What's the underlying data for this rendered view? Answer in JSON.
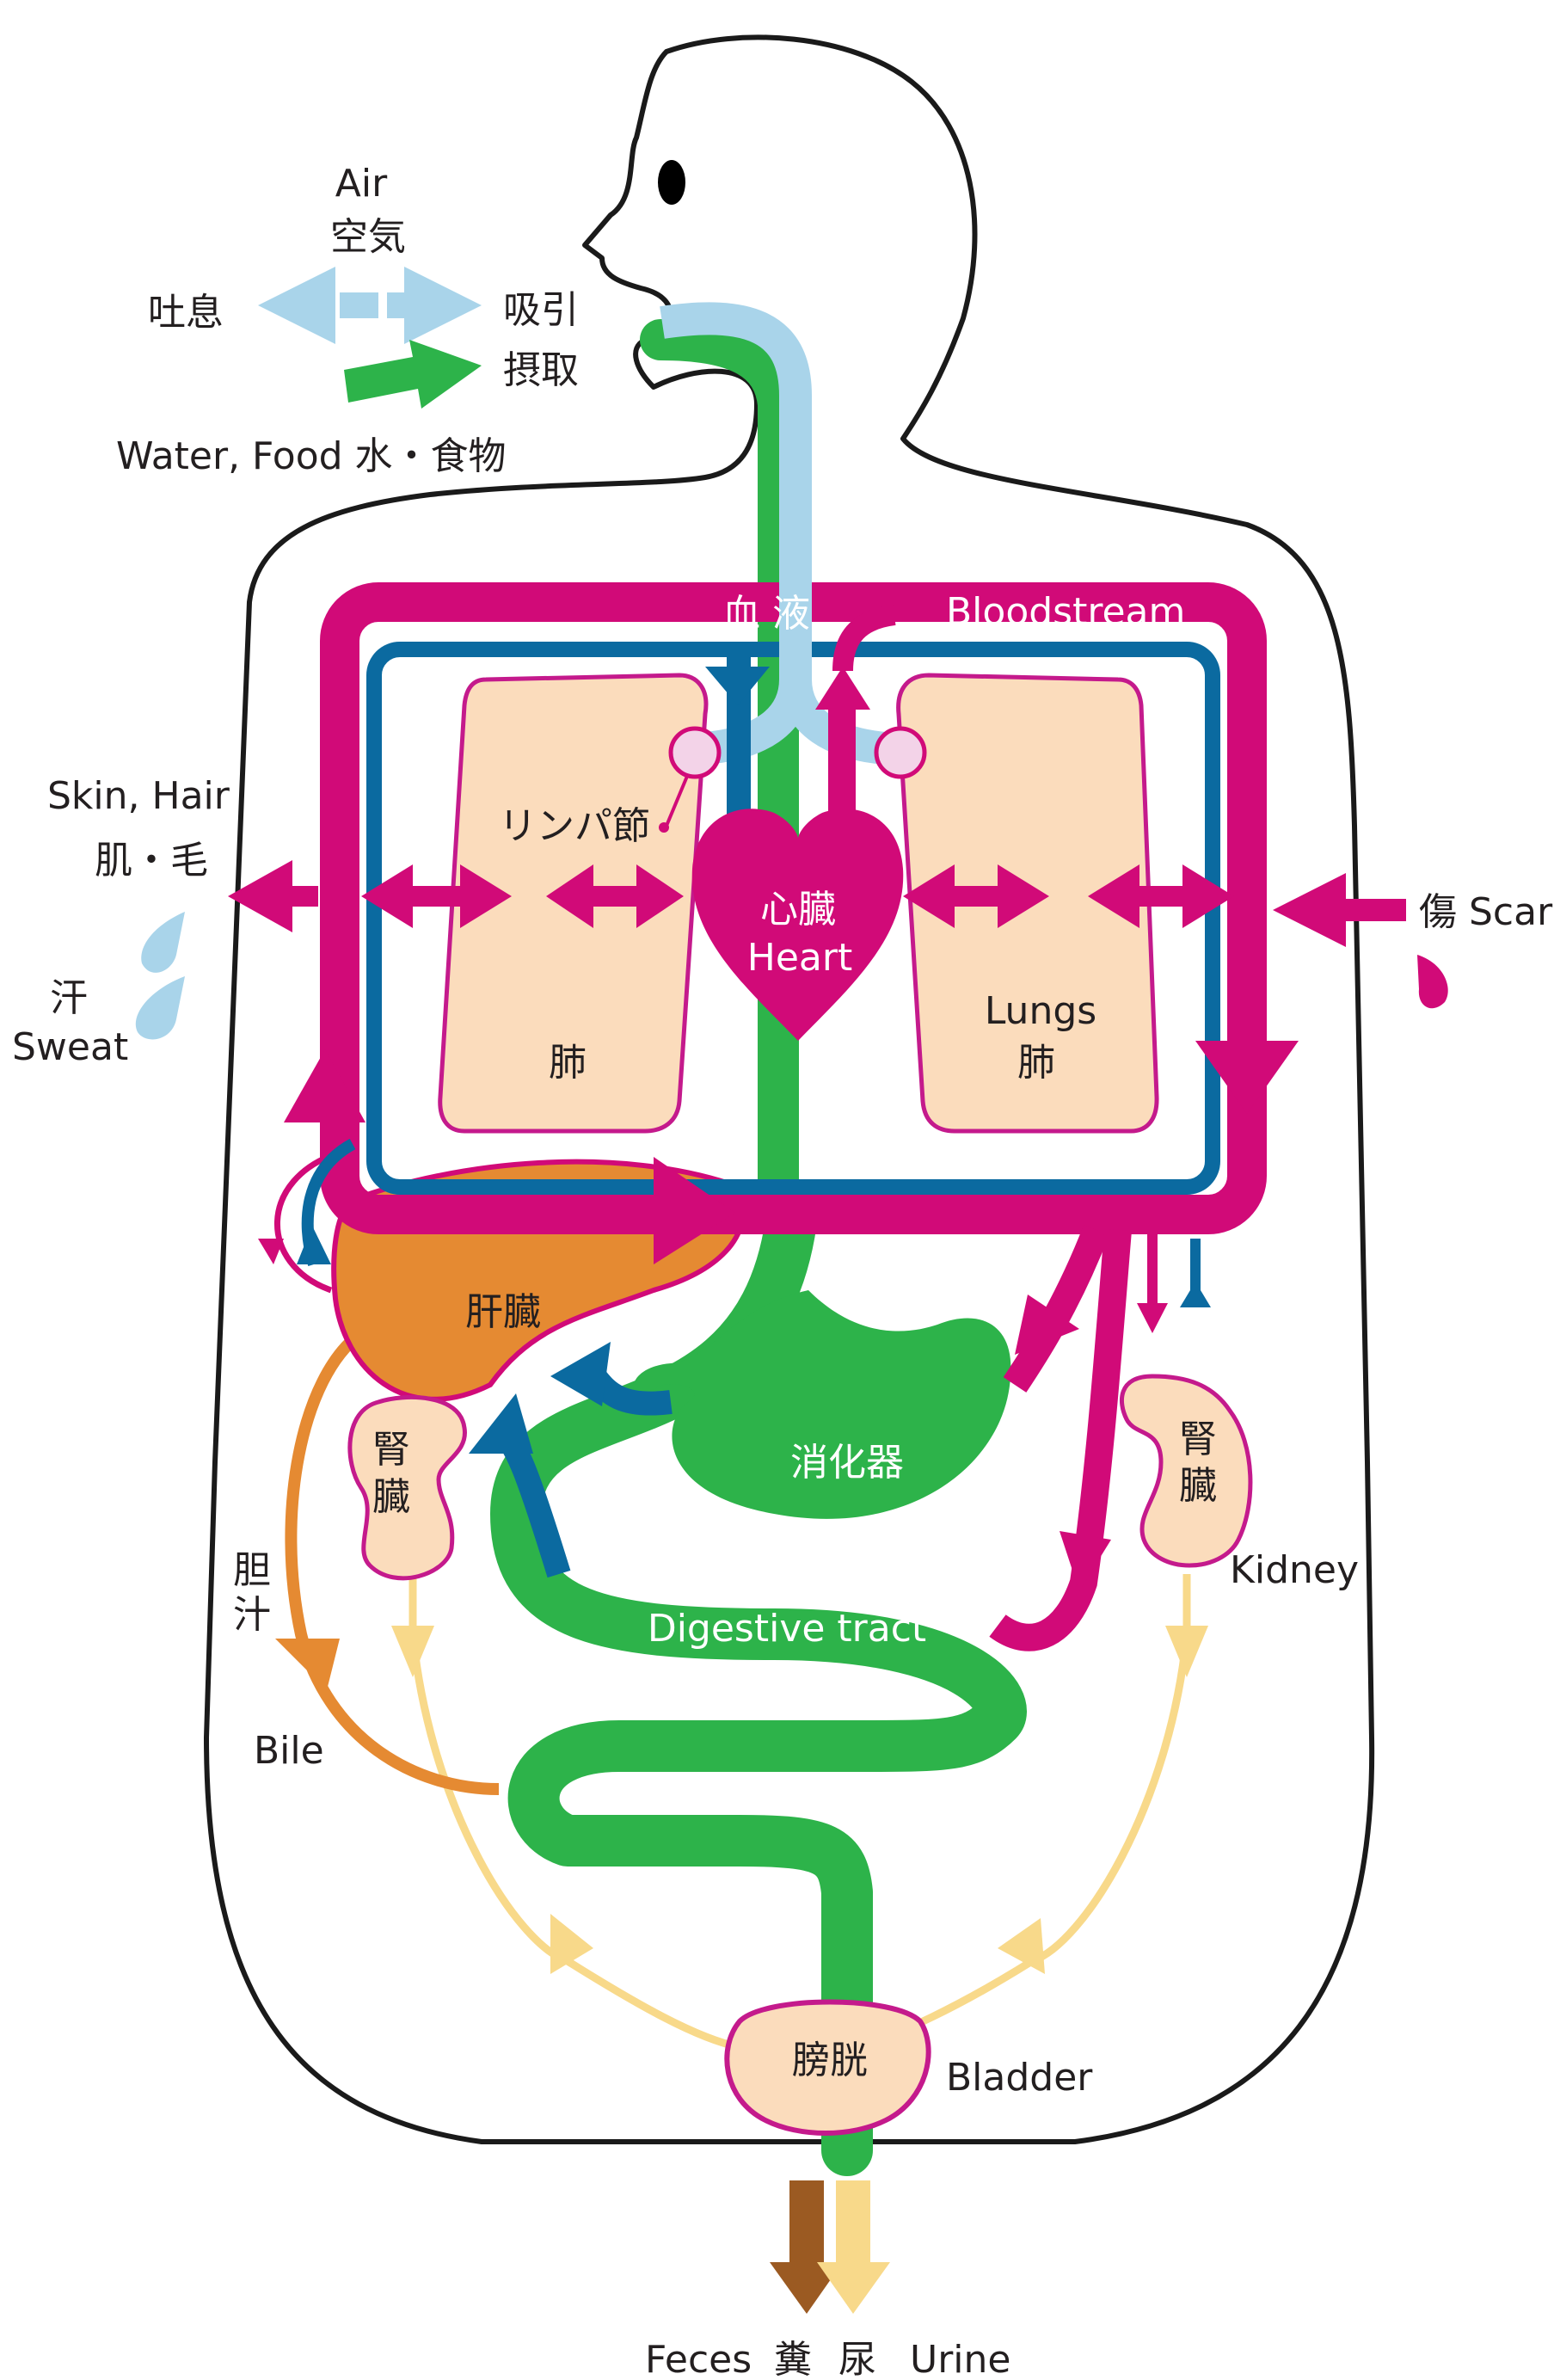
{
  "labels": {
    "air_en": "Air",
    "air_jp": "空気",
    "exhale": "吐息",
    "inhale": "吸引",
    "intake": "摂取",
    "water_food": "Water, Food  水・食物",
    "blood_jp": "血  液",
    "bloodstream": "Bloodstream",
    "skin_hair": "Skin, Hair",
    "skin_hair_jp": "肌・毛",
    "sweat_jp": "汗",
    "sweat": "Sweat",
    "lymph": "リンパ節",
    "heart_jp": "心臓",
    "heart": "Heart",
    "lung_left_jp": "肺",
    "lungs": "Lungs",
    "lung_right_jp": "肺",
    "scar": "傷  Scar",
    "liver": "肝臓",
    "kidney_left_1": "腎",
    "kidney_left_2": "臓",
    "kidney_right_1": "腎",
    "kidney_right_2": "臓",
    "kidney": "Kidney",
    "digestive_jp": "消化器",
    "digestive": "Digestive tract",
    "bile_1": "胆",
    "bile_2": "汁",
    "bile": "Bile",
    "bladder_jp": "膀胱",
    "bladder": "Bladder",
    "feces": "Feces",
    "feces_jp": "糞",
    "urine_jp": "尿",
    "urine": "Urine"
  },
  "colors": {
    "blood": "#d10a78",
    "vein": "#0b6aa0",
    "digestive": "#2db34a",
    "air": "#a9d4ea",
    "organ_fill": "#fbdcbc",
    "liver": "#e58a32",
    "urine": "#f8d98a",
    "feces": "#9b5a22",
    "outline": "#1a1a1a"
  }
}
